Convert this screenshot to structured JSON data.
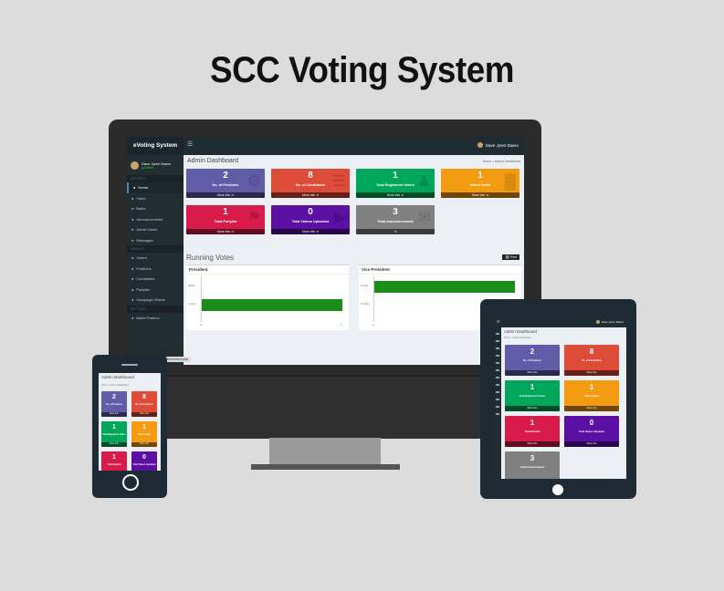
{
  "headline": "SCC Voting System",
  "colors": {
    "purple": "#605ca8",
    "red": "#dd4b39",
    "green": "#00a65a",
    "orange": "#f39c12",
    "crimson": "#d81b4a",
    "violet": "#5b0fa3",
    "gray": "#808080",
    "bar": "#1a8c1a"
  },
  "desktop": {
    "brand": "eVoting System",
    "user_name": "Dave Jyren Daero",
    "profile": {
      "name": "Dave Jyren Daero",
      "status": "Admin"
    },
    "sidebar": {
      "report_header": "REPORTS",
      "manage_header": "MANAGE",
      "settings_header": "SETTINGS",
      "report_items": [
        {
          "label": "Home",
          "icon": "home-icon"
        },
        {
          "label": "Votes",
          "icon": "lock-icon"
        },
        {
          "label": "Ballot",
          "icon": "check-icon"
        },
        {
          "label": "Announcements",
          "icon": "bullhorn-icon"
        },
        {
          "label": "Admin Users",
          "icon": "users-icon"
        },
        {
          "label": "Messages",
          "icon": "envelope-icon"
        }
      ],
      "manage_items": [
        {
          "label": "Voters",
          "icon": "users-icon"
        },
        {
          "label": "Positions",
          "icon": "tasks-icon"
        },
        {
          "label": "Candidates",
          "icon": "user-icon"
        },
        {
          "label": "Partylist",
          "icon": "flag-icon"
        },
        {
          "label": "Campaign Videos",
          "icon": "video-icon"
        }
      ],
      "settings_items": [
        {
          "label": "Ballot Position",
          "icon": "cog-icon"
        }
      ]
    },
    "page_title": "Admin Dashboard",
    "breadcrumb": {
      "home": "Home",
      "current": "Admin Dashboard"
    },
    "more_info": "More info",
    "stats": [
      {
        "value": "2",
        "label": "No. of Positions"
      },
      {
        "value": "8",
        "label": "No. of Candidates"
      },
      {
        "value": "1",
        "label": "Total Registered Voters"
      },
      {
        "value": "1",
        "label": "Voters Voted"
      },
      {
        "value": "1",
        "label": "Total Partylist"
      },
      {
        "value": "0",
        "label": "Total Videos Uploaded"
      },
      {
        "value": "3",
        "label": "Total Announcements"
      }
    ],
    "running_votes": "Running Votes",
    "print_label": "Print",
    "status_url": "localhost/CEVotingSbcc/admin/home.php"
  },
  "chart_data": [
    {
      "type": "bar",
      "title": "President",
      "orientation": "horizontal",
      "categories": [
        "Sibas",
        "Lucas"
      ],
      "values": [
        0,
        1
      ],
      "xlim": [
        0,
        1
      ]
    },
    {
      "type": "bar",
      "title": "Vice President",
      "orientation": "horizontal",
      "categories": [
        "Lucas",
        "Cortejo"
      ],
      "values": [
        1,
        0
      ],
      "xlim": [
        0,
        1
      ]
    }
  ],
  "phone": {
    "page_title": "Admin Dashboard",
    "breadcrumb": "Home > Admin Dashboard",
    "stats": [
      {
        "value": "2",
        "label": "No. of Positions",
        "more": "More info"
      },
      {
        "value": "8",
        "label": "No. of Candidates",
        "more": "More info"
      },
      {
        "value": "1",
        "label": "Total Registered Voters",
        "more": "More info"
      },
      {
        "value": "1",
        "label": "Voters Voted",
        "more": "More info"
      },
      {
        "value": "1",
        "label": "Total Partylist",
        "more": ""
      },
      {
        "value": "0",
        "label": "Total Videos Uploaded",
        "more": ""
      }
    ]
  },
  "tablet": {
    "user_name": "Dave Jyren Daero",
    "page_title": "Admin Dashboard",
    "breadcrumb": "Home > Admin Dashboard",
    "stats": [
      {
        "value": "2",
        "label": "No. of Positions",
        "more": "More info"
      },
      {
        "value": "8",
        "label": "No. of Candidates",
        "more": "More info"
      },
      {
        "value": "1",
        "label": "Total Registered Voters",
        "more": "More info"
      },
      {
        "value": "1",
        "label": "Voters Voted",
        "more": "More info"
      },
      {
        "value": "1",
        "label": "Total Partylist",
        "more": "More info"
      },
      {
        "value": "0",
        "label": "Total Videos Uploaded",
        "more": "More info"
      },
      {
        "value": "3",
        "label": "Total Announcements",
        "more": ""
      }
    ]
  }
}
